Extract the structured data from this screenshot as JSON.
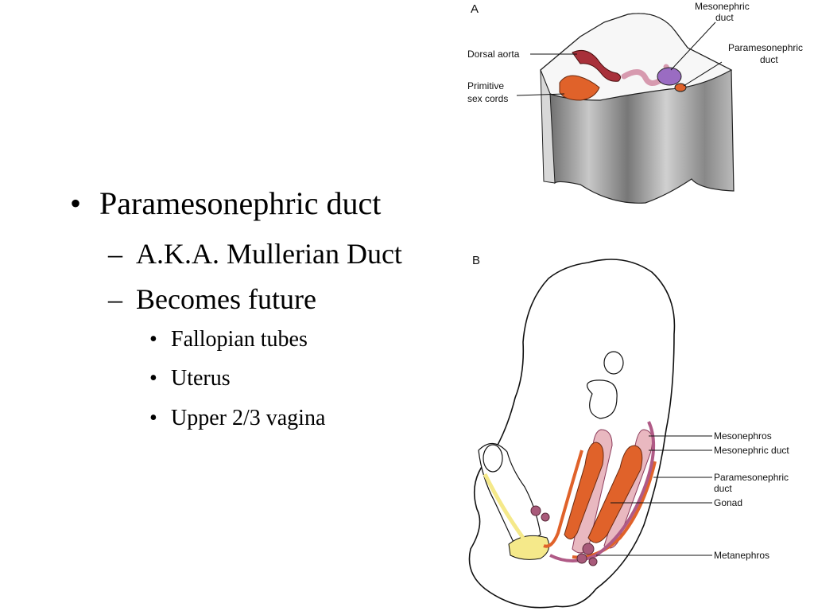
{
  "slide": {
    "bullet_1": {
      "mark": "•",
      "text": "Paramesonephric duct"
    },
    "bullet_2a": {
      "mark": "–",
      "text": "A.K.A. Mullerian Duct"
    },
    "bullet_2b": {
      "mark": "–",
      "text": "Becomes future"
    },
    "bullet_3": [
      {
        "mark": "•",
        "text": "Fallopian tubes"
      },
      {
        "mark": "•",
        "text": "Uterus"
      },
      {
        "mark": "•",
        "text": "Upper 2/3 vagina"
      }
    ]
  },
  "figure": {
    "panel_a": {
      "letter": "A",
      "labels": {
        "mesonephric_1": "Mesonephric",
        "mesonephric_2": "duct",
        "paramesonephric_1": "Paramesonephric",
        "paramesonephric_2": "duct",
        "dorsal_aorta": "Dorsal aorta",
        "primitive_1": "Primitive",
        "primitive_2": "sex cords"
      }
    },
    "panel_b": {
      "letter": "B",
      "labels": {
        "mesonephros": "Mesonephros",
        "mesonephric_duct": "Mesonephric duct",
        "paramesonephric_1": "Paramesonephric",
        "paramesonephric_2": "duct",
        "gonad": "Gonad",
        "metanephros": "Metanephros"
      }
    },
    "colors": {
      "gonad": "#e0622a",
      "mesonephros": "#e9b8c0",
      "paramesonephric": "#b05a86",
      "mesonephric": "#c98aa6",
      "aorta": "#a8303a",
      "sinus": "#f5e98a",
      "shading": "#8a8a8a"
    }
  }
}
